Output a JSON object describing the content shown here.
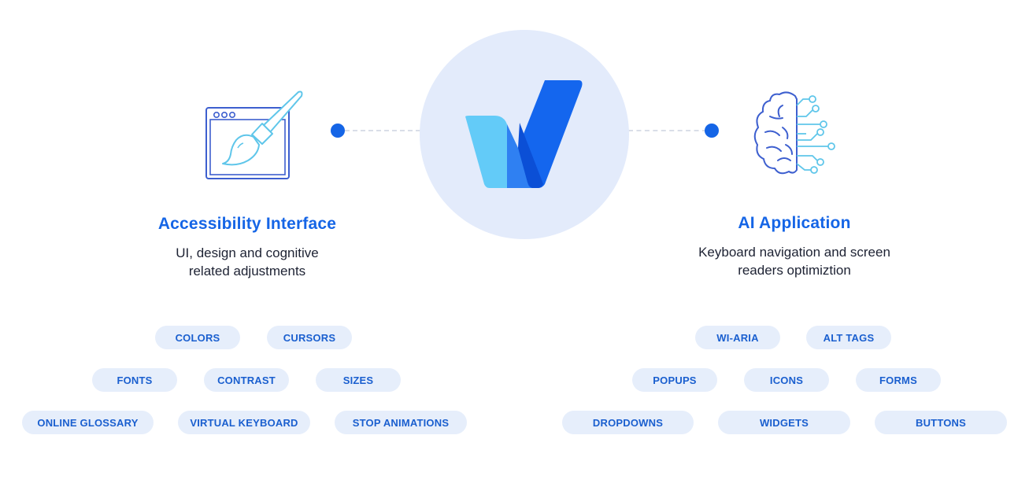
{
  "colors": {
    "accent": "#1565e6",
    "pill_background": "#e6eefb",
    "pill_text": "#1a5fcf",
    "circle_background": "#e3ebfb",
    "icon_light": "#5fc6ea",
    "icon_dark": "#3d5fcf"
  },
  "center": {
    "logo_icon": "checkmark-logo-icon"
  },
  "left": {
    "icon": "paintbrush-window-icon",
    "title": "Accessibility Interface",
    "description_line1": "UI, design and cognitive",
    "description_line2": "related adjustments",
    "pills": [
      "COLORS",
      "CURSORS",
      "FONTS",
      "CONTRAST",
      "SIZES",
      "ONLINE GLOSSARY",
      "VIRTUAL KEYBOARD",
      "STOP ANIMATIONS"
    ]
  },
  "right": {
    "icon": "brain-circuit-icon",
    "title": "AI Application",
    "description_line1": "Keyboard navigation and screen",
    "description_line2": "readers optimiztion",
    "pills": [
      "WI-ARIA",
      "ALT TAGS",
      "POPUPS",
      "ICONS",
      "FORMS",
      "DROPDOWNS",
      "WIDGETS",
      "BUTTONS"
    ]
  }
}
